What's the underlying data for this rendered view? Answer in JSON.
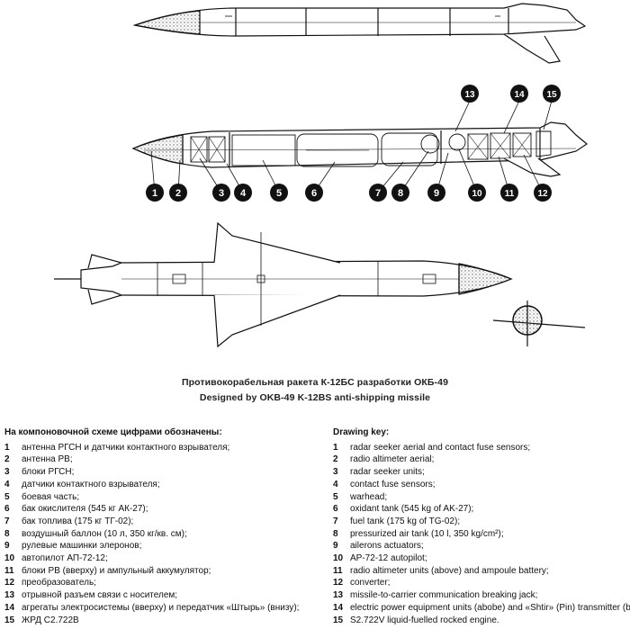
{
  "captions": {
    "ru": "Противокорабельная ракета К-12БС разработки ОКБ-49",
    "en": "Designed by OKB-49 K-12BS anti-shipping missile"
  },
  "callouts": [
    "1",
    "2",
    "3",
    "4",
    "5",
    "6",
    "7",
    "8",
    "9",
    "10",
    "11",
    "12",
    "13",
    "14",
    "15"
  ],
  "key_ru": {
    "title": "На компоновочной схеме цифрами обозначены:",
    "items": [
      {
        "n": "1",
        "text": "антенна РГСН и датчики контактного взрывателя;"
      },
      {
        "n": "2",
        "text": "антенна РВ;"
      },
      {
        "n": "3",
        "text": "блоки РГСН;"
      },
      {
        "n": "4",
        "text": "датчики контактного взрывателя;"
      },
      {
        "n": "5",
        "text": "боевая часть;"
      },
      {
        "n": "6",
        "text": "бак окислителя (545 кг АК-27);"
      },
      {
        "n": "7",
        "text": "бак топлива (175 кг ТГ-02);"
      },
      {
        "n": "8",
        "text": "воздушный баллон (10 л, 350 кг/кв. см);"
      },
      {
        "n": "9",
        "text": "рулевые машинки элеронов;"
      },
      {
        "n": "10",
        "text": "автопилот АП-72-12;"
      },
      {
        "n": "11",
        "text": "блоки РВ (вверху) и ампульный аккумулятор;"
      },
      {
        "n": "12",
        "text": "преобразователь;"
      },
      {
        "n": "13",
        "text": "отрывной разъем связи с носителем;"
      },
      {
        "n": "14",
        "text": "агрегаты электросистемы (вверху) и передатчик «Штырь» (внизу);"
      },
      {
        "n": "15",
        "text": "ЖРД С2.722В"
      }
    ]
  },
  "key_en": {
    "title": "Drawing key:",
    "items": [
      {
        "n": "1",
        "text": "radar seeker aerial and contact fuse sensors;"
      },
      {
        "n": "2",
        "text": "radio altimeter aerial;"
      },
      {
        "n": "3",
        "text": "radar seeker units;"
      },
      {
        "n": "4",
        "text": "contact fuse sensors;"
      },
      {
        "n": "5",
        "text": "warhead;"
      },
      {
        "n": "6",
        "text": "oxidant tank (545 kg of AK-27);"
      },
      {
        "n": "7",
        "text": "fuel tank (175 kg of TG-02);"
      },
      {
        "n": "8",
        "text": "pressurized air tank (10 l, 350 kg/cm²);"
      },
      {
        "n": "9",
        "text": "ailerons actuators;"
      },
      {
        "n": "10",
        "text": "AP-72-12 autopilot;"
      },
      {
        "n": "11",
        "text": "radio altimeter units (above) and ampoule battery;"
      },
      {
        "n": "12",
        "text": "converter;"
      },
      {
        "n": "13",
        "text": "missile-to-carrier communication breaking jack;"
      },
      {
        "n": "14",
        "text": "electric power equipment units (abobe) and «Shtir» (Pin) transmitter (below);"
      },
      {
        "n": "15",
        "text": "S2.722V liquid-fuelled rocked engine."
      }
    ]
  }
}
